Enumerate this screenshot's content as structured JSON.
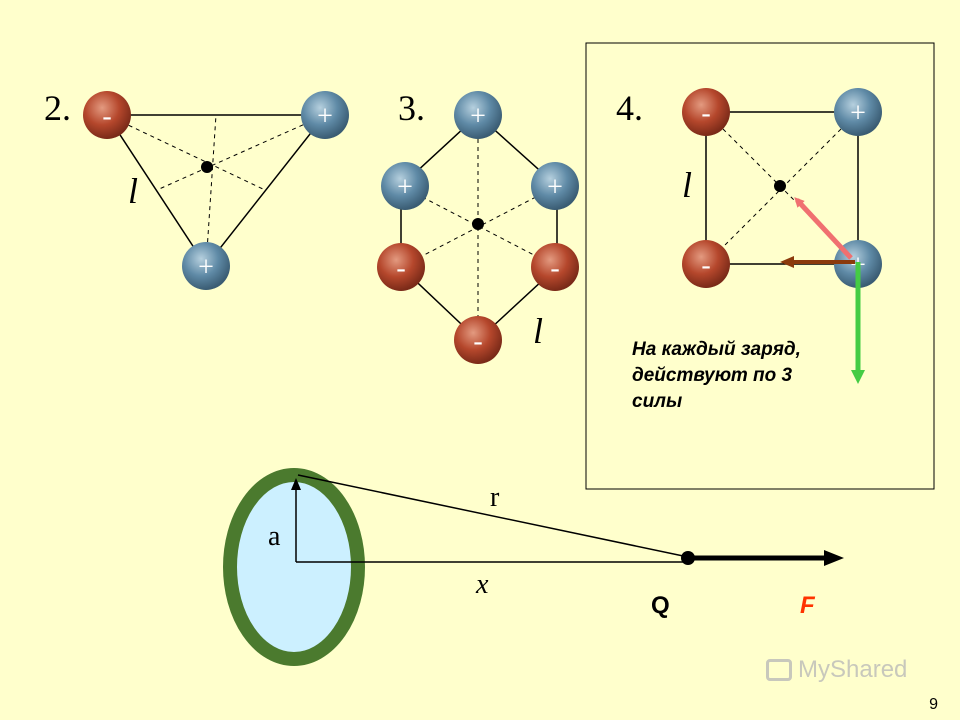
{
  "colors": {
    "background": "#ffffcc",
    "negative_charge": "#b5472c",
    "positive_charge": "#5f8aa6",
    "ring_outline": "#4b7a2e",
    "ring_fill": "#ccf0ff",
    "arrow_red": "#f07070",
    "arrow_brown": "#8b3a0c",
    "arrow_green": "#44cc44",
    "text_red": "#ff3300"
  },
  "fig2": {
    "number": "2.",
    "length_label": "l",
    "charges": [
      "-",
      "+",
      "+"
    ]
  },
  "fig3": {
    "number": "3.",
    "length_label": "l",
    "charges": [
      "+",
      "+",
      "+",
      "-",
      "-",
      "-"
    ]
  },
  "fig4": {
    "number": "4.",
    "length_label": "l",
    "charges": [
      "-",
      "+",
      "-",
      "+"
    ],
    "note_line1": "На каждый заряд,",
    "note_line2": "действуют по 3",
    "note_line3": "силы"
  },
  "ring": {
    "label_a": "a",
    "label_r": "r",
    "label_x": "x",
    "label_Q": "Q",
    "label_F": "F"
  },
  "watermark": "MyShared",
  "page_number": "9"
}
